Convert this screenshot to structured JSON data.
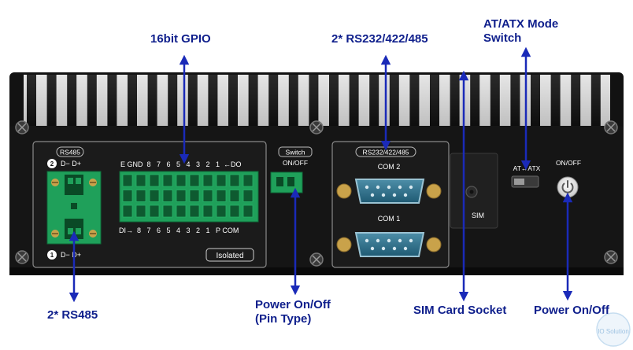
{
  "callouts": {
    "gpio": "16bit GPIO",
    "com": "2* RS232/422/485",
    "atatx": "AT/ATX Mode\nSwitch",
    "rs485": "2* RS485",
    "pin_power": "Power On/Off\n(Pin Type)",
    "sim_socket": "SIM Card Socket",
    "power_button": "Power On/Off"
  },
  "panel": {
    "rs485_title": "RS485",
    "rs485_port2_num": "2",
    "rs485_port2_pins": "D− D+",
    "rs485_port1_num": "1",
    "rs485_port1_pins": "D− D+",
    "gpio_top": "E GND  8   7   6   5   4   3   2   1  ←DO",
    "gpio_bottom": "DI→  8   7   6   5   4   3   2   1   P COM",
    "gpio_isolated": "Isolated",
    "switch_title": "Switch",
    "switch_onoff": "ON/OFF",
    "com_title": "RS232/422/485",
    "com2": "COM 2",
    "com1": "COM 1",
    "sim": "SIM",
    "atatx": "AT↔ATX",
    "power_label": "ON/OFF"
  },
  "watermark": "IO Solution",
  "colors": {
    "callout_text": "#0f1f8c",
    "arrow": "#1a2ab8",
    "chassis": "#111111",
    "terminal_green": "#1fa05a"
  }
}
